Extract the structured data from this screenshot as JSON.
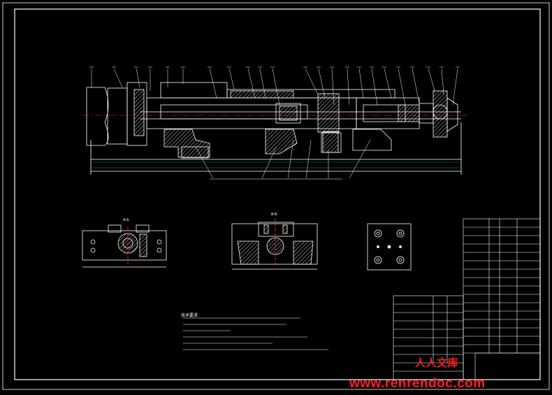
{
  "drawing": {
    "technical_notes_heading": "技术要求",
    "view_label_aa": "A-A",
    "view_label_bb": "B-B",
    "watermark_cn": "人人文库",
    "watermark_url": "www.renrendoc.com"
  },
  "colors": {
    "background": "#000000",
    "line": "#ffffff",
    "accent_red": "#ff2020",
    "centerline": "#ff3030",
    "dim_green": "#33ff66"
  }
}
